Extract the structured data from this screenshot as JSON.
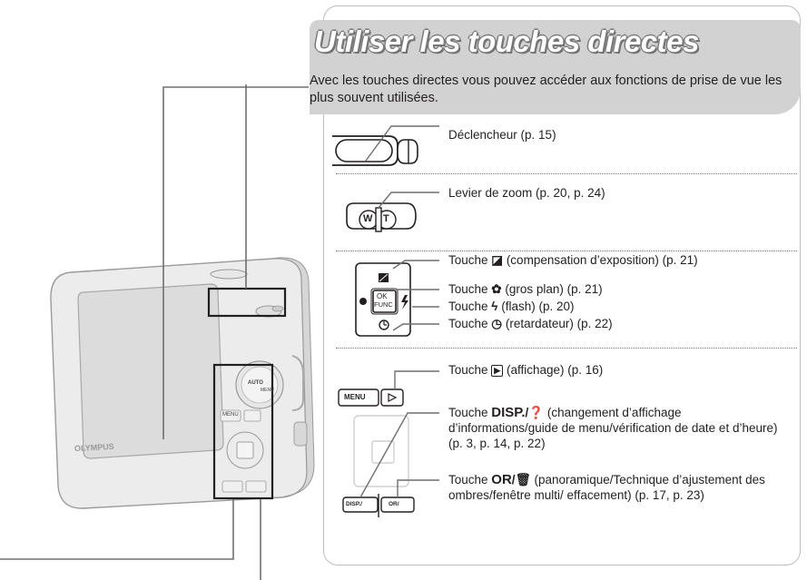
{
  "page": {
    "title": "Utiliser les touches directes",
    "intro": "Avec les touches directes vous pouvez accéder aux fonctions de prise de vue les plus souvent utilisées."
  },
  "camera": {
    "brand": "OLYMPUS",
    "dial_labels": [
      "AUTO",
      "MENU"
    ],
    "button_labels": {
      "menu": "MENU",
      "ok_top": "OK",
      "ok_bottom": "FUNC",
      "disp": "DISP./",
      "or": "OR/"
    },
    "zoom_labels": [
      "W",
      "T"
    ]
  },
  "sections": {
    "shutter": {
      "label": "Déclencheur (p. 15)"
    },
    "zoom": {
      "label": "Levier de zoom (p. 20, p. 24)"
    },
    "arrows": {
      "items": [
        {
          "before": "Touche ",
          "icon": "exposure-compensation-icon",
          "after": " (compensation d’exposition) (p. 21)"
        },
        {
          "before": "Touche ",
          "icon": "macro-flower-icon",
          "after": " (gros plan) (p. 21)"
        },
        {
          "before": "Touche ",
          "icon": "flash-bolt-icon",
          "after": " (flash) (p. 20)"
        },
        {
          "before": "Touche ",
          "icon": "self-timer-icon",
          "after": " (retardateur) (p. 22)"
        }
      ]
    },
    "buttons": {
      "playback": {
        "before": "Touche ",
        "after": " (affichage) (p. 16)"
      },
      "disp": {
        "key": "DISP.",
        "before": "Touche ",
        "after": " (changement d’affichage d’informations/guide de menu/vérification de date et d’heure) (p. 3, p. 14, p. 22)"
      },
      "or": {
        "key": "OR",
        "before": "Touche ",
        "after": " (panoramique/Technique d’ajustement des ombres/fenêtre multi/ effacement) (p. 17, p. 23)"
      }
    }
  },
  "colors": {
    "band": "#d2d2d2",
    "panel_border": "#bdbdbd",
    "text": "#231f20",
    "callout_frame": "#231f20"
  }
}
